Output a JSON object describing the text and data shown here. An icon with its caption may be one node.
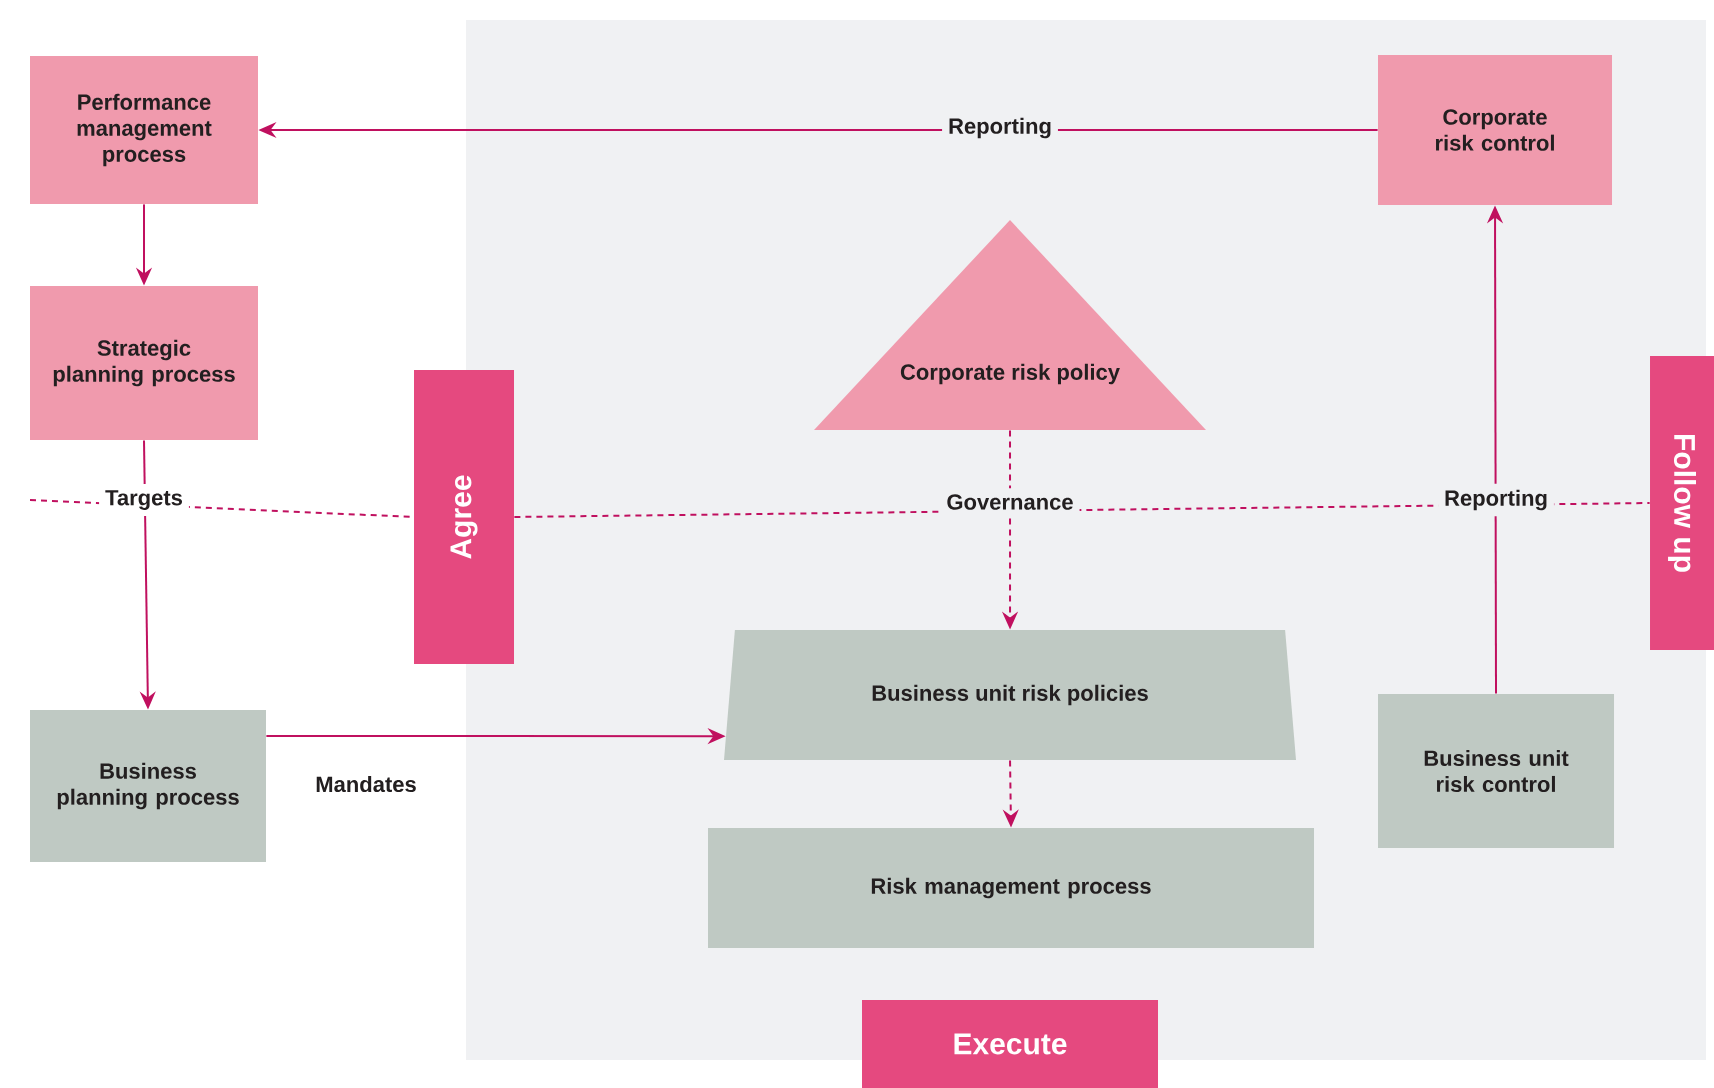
{
  "diagram": {
    "nodes": [
      {
        "text": [
          "Performance management process"
        ]
      },
      {
        "text": [
          "Corporate risk control"
        ]
      },
      {
        "text": [
          "Strategic planning process"
        ]
      },
      {
        "text": [
          "Corporate risk policy"
        ]
      },
      {
        "text": [
          "Business planning process"
        ]
      },
      {
        "text": [
          "Business unit risk policies"
        ]
      },
      {
        "text": [
          "Risk management process"
        ]
      },
      {
        "text": [
          "Business unit risk control"
        ]
      },
      {
        "text": [
          "Agree"
        ]
      },
      {
        "text": [
          "Follow up"
        ]
      },
      {
        "text": [
          "Execute"
        ]
      }
    ],
    "edges": [
      {
        "from": 1,
        "to": 0,
        "arrow": "to",
        "label": "Reporting"
      },
      {
        "from": 0,
        "to": 2,
        "arrow": "to"
      },
      {
        "from": 2,
        "to": 4,
        "arrow": "to"
      },
      {
        "from": 4,
        "to": 5,
        "arrow": "to",
        "label": "Mandates"
      },
      {
        "from": 3,
        "to": 5,
        "arrow": "to",
        "style": "dashed"
      },
      {
        "from": 5,
        "to": 6,
        "arrow": "to",
        "style": "dashed"
      },
      {
        "from": 7,
        "to": 1,
        "arrow": "to"
      },
      {
        "from": null,
        "to": 8,
        "arrow": "none",
        "style": "dashed"
      },
      {
        "from": 8,
        "to": 9,
        "arrow": "none",
        "style": "dashed"
      }
    ],
    "labels": [
      "Targets",
      "Governance",
      "Reporting"
    ]
  }
}
